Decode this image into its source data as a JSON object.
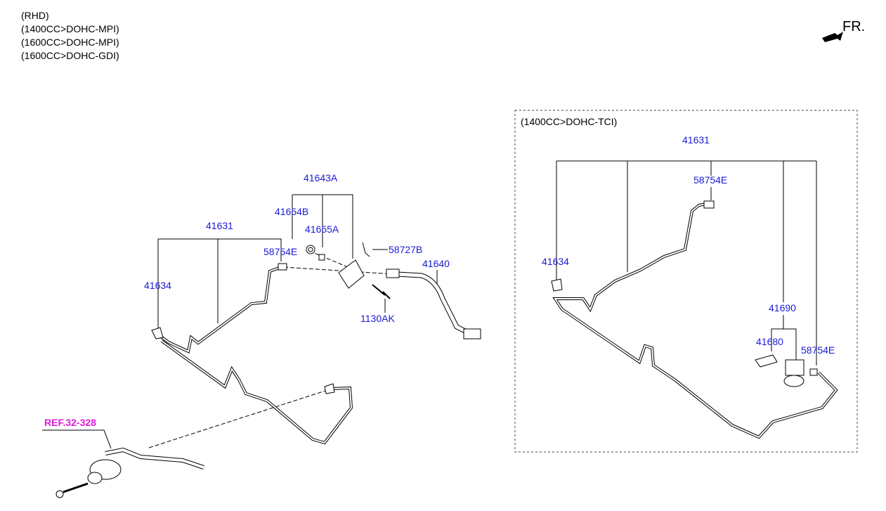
{
  "header": {
    "lines": [
      "(RHD)",
      "(1400CC>DOHC-MPI)",
      "(1600CC>DOHC-MPI)",
      "(1600CC>DOHC-GDI)"
    ]
  },
  "direction": {
    "label": "FR."
  },
  "inset": {
    "title": "(1400CC>DOHC-TCI)"
  },
  "parts_main": {
    "p41643A": "41643A",
    "p41654B": "41654B",
    "p41655A": "41655A",
    "p41631": "41631",
    "p58754E": "58754E",
    "p58727B": "58727B",
    "p41640": "41640",
    "p41634": "41634",
    "p1130AK": "1130AK",
    "ref": "REF.32-328"
  },
  "parts_inset": {
    "p41631": "41631",
    "p58754E_top": "58754E",
    "p41634": "41634",
    "p41690": "41690",
    "p41680": "41680",
    "p58754E_right": "58754E"
  },
  "colors": {
    "label": "#1a1ad6",
    "ref": "#e41ad8",
    "line": "#000000"
  }
}
